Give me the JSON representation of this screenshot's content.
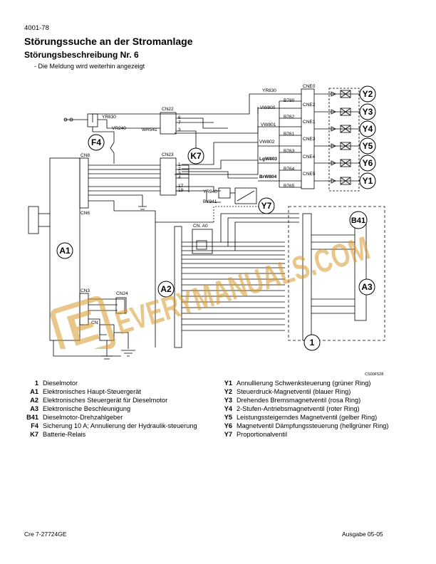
{
  "header": {
    "page_number": "4001-78",
    "title": "Störungssuche an der Stromanlage",
    "subtitle": "Störungsbeschreibung Nr. 6",
    "note": "- Die Meldung wird weiterhin angezeigt"
  },
  "diagram": {
    "figure_id": "CS00F528",
    "component_labels": {
      "y2": "Y2",
      "y3": "Y3",
      "y4": "Y4",
      "y5": "Y5",
      "y6": "Y6",
      "y1": "Y1",
      "f4": "F4",
      "k7": "K7",
      "y7": "Y7",
      "a1": "A1",
      "a2": "A2",
      "a3": "A3",
      "b41": "B41",
      "one": "1"
    },
    "connectors": {
      "cne0": "CNE0",
      "cne2": "CNE2",
      "cne1": "CNE1",
      "cne3": "CNE3",
      "cne4": "CNE4",
      "cne5": "CNE5",
      "cn22": "CN22",
      "cn23": "CN23",
      "cn8": "CN8",
      "cn6": "CN6",
      "cn3": "CN3",
      "cn24": "CN24",
      "cn": "CN",
      "cna0": "CN. A0"
    },
    "wires": {
      "yr830_top": "YR830",
      "b780": "B780",
      "vw800": "VW800",
      "b762": "B762",
      "vw801": "VW801",
      "b761": "B761",
      "vw802": "VW802",
      "b763": "B763",
      "lgw803": "LgW803",
      "b764": "B764",
      "brw804": "BrW804",
      "b765": "B765",
      "yr830_left": "YR830",
      "vr240": "VR240",
      "wr541": "WR541",
      "yr940": "YR940",
      "by941": "BY941"
    },
    "pins_cn22": [
      "6",
      "7",
      "3"
    ],
    "pins_cn23": [
      "1",
      "2",
      "3",
      "4",
      "17",
      "18"
    ]
  },
  "legend_left": [
    {
      "key": "1",
      "text": "Dieselmotor"
    },
    {
      "key": "A1",
      "text": "Elektronisches Haupt-Steuergerät"
    },
    {
      "key": "A2",
      "text": "Elektronisches Steuergerät für Dieselmotor"
    },
    {
      "key": "A3",
      "text": "Elektronische Beschleunigung"
    },
    {
      "key": "B41",
      "text": "Dieselmotor-Drehzahlgeber"
    },
    {
      "key": "F4",
      "text": "Sicherung 10 A; Annulierung der Hydraulik-steuerung"
    },
    {
      "key": "K7",
      "text": "Batterie-Relais"
    }
  ],
  "legend_right": [
    {
      "key": "Y1",
      "text": "Annullierung Schwenksteuerung (grüner Ring)"
    },
    {
      "key": "Y2",
      "text": "Steuerdruck-Magnetventil (blauer Ring)"
    },
    {
      "key": "Y3",
      "text": "Drehendes Bremsmagnetventil (rosa Ring)"
    },
    {
      "key": "Y4",
      "text": "2-Stufen-Antriebsmagnetventil (roter Ring)"
    },
    {
      "key": "Y5",
      "text": "Leistungssteigerndes Magnetventil (gelber Ring)"
    },
    {
      "key": "Y6",
      "text": "Magnetventil Dämpfungssteuerung (hellgrüner Ring)"
    },
    {
      "key": "Y7",
      "text": "Proportionalventil"
    }
  ],
  "footer": {
    "left": "Cre  7-27724GE",
    "right": "Ausgabe 05-05"
  },
  "watermark": {
    "letter": "E",
    "text": "EVERYMANUALS.COM",
    "color": "#d89a2e"
  }
}
